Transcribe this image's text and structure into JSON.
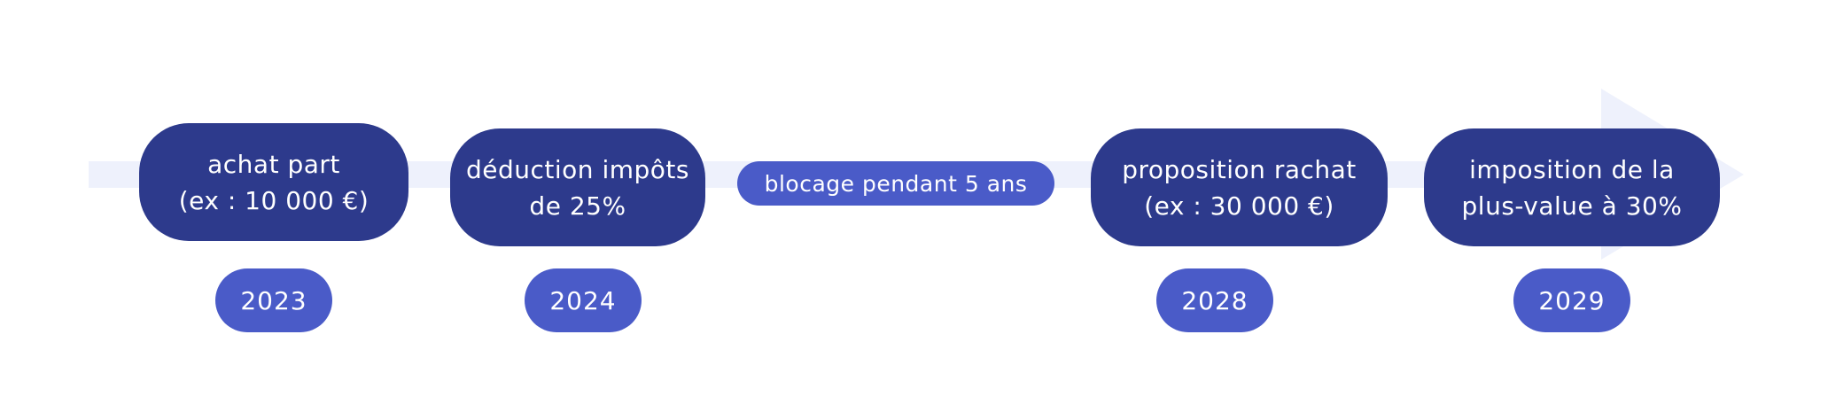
{
  "colors": {
    "arrow": "#eef1fc",
    "step_box": "#2d3a8c",
    "pill": "#4a5bc8",
    "text": "#ffffff"
  },
  "steps": [
    {
      "line1": "achat part",
      "line2": "(ex : 10 000 €)",
      "year": "2023"
    },
    {
      "line1": "déduction impôts",
      "line2": "de 25%",
      "year": "2024"
    },
    {
      "line1": "proposition rachat",
      "line2": "(ex :  30 000 €)",
      "year": "2028"
    },
    {
      "line1": "imposition de la",
      "line2": "plus-value à 30%",
      "year": "2029"
    }
  ],
  "blocage_label": "blocage pendant 5 ans"
}
